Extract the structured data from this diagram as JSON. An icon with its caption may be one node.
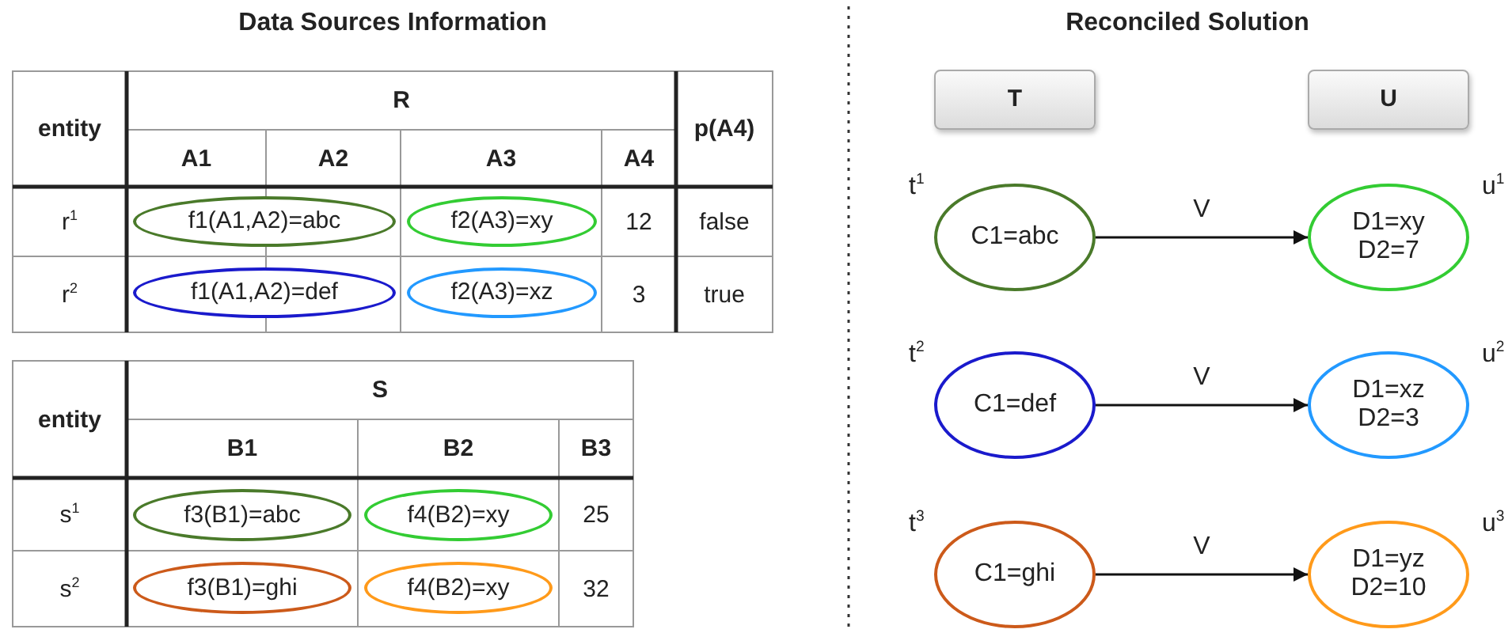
{
  "diagram": {
    "nodes": [
      {
        "text": [
          "f1(A1,A2)=abc"
        ]
      },
      {
        "text": [
          "f2(A3)=xy"
        ]
      },
      {
        "text": [
          "f1(A1,A2)=def"
        ]
      },
      {
        "text": [
          "f2(A3)=xz"
        ]
      },
      {
        "text": [
          "f3(B1)=abc"
        ]
      },
      {
        "text": [
          "f4(B2)=xy"
        ]
      },
      {
        "text": [
          "f3(B1)=ghi"
        ]
      },
      {
        "text": [
          "f4(B2)=xy"
        ]
      },
      {
        "text": [
          "T"
        ]
      },
      {
        "text": [
          "U"
        ]
      },
      {
        "text": [
          "C1=abc"
        ],
        "beside": [
          "t$^{1}$"
        ]
      },
      {
        "text": [
          "D1=xy D2=7"
        ],
        "beside": [
          "u$^{1}$"
        ]
      },
      {
        "text": [
          "C1=def"
        ],
        "beside": [
          "t$^{2}$"
        ]
      },
      {
        "text": [
          "D1=xz D2=3"
        ],
        "beside": [
          "u$^{2}$"
        ]
      },
      {
        "text": [
          "C1=ghi"
        ],
        "beside": [
          "t$^{3}$"
        ]
      },
      {
        "text": [
          "D1=yz D2=10"
        ],
        "beside": [
          "u$^{3}$"
        ]
      }
    ],
    "edges": [
      {
        "from": 10,
        "to": 11,
        "arrow": "to",
        "label": "V"
      },
      {
        "from": 12,
        "to": 13,
        "arrow": "to",
        "label": "V"
      },
      {
        "from": 14,
        "to": 15,
        "arrow": "to",
        "label": "V"
      }
    ],
    "labels": [
      "Data Sources Information",
      "entity",
      "R",
      "p(A4)",
      "A1",
      "A2",
      "A3",
      "A4",
      "r$^{1}$",
      "12",
      "false",
      "r$^{2}$",
      "3",
      "true",
      "entity",
      "S",
      "B1",
      "B2",
      "B3",
      "s$^{1}$",
      "25",
      "s$^{2}$",
      "32",
      "Reconciled Solution"
    ]
  }
}
